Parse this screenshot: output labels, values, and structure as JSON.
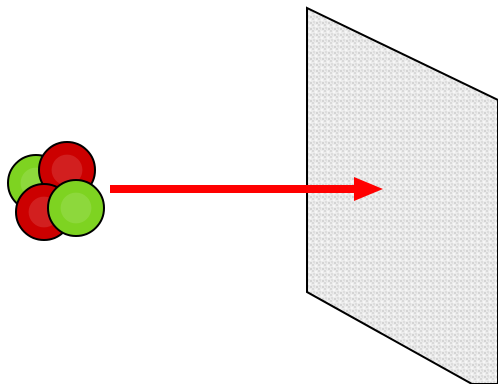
{
  "diagram": {
    "nucleus": {
      "particles": [
        {
          "kind": "neutron",
          "color": "#7ed321"
        },
        {
          "kind": "proton",
          "color": "#cc0000"
        },
        {
          "kind": "proton",
          "color": "#cc0000"
        },
        {
          "kind": "neutron",
          "color": "#7ed321"
        }
      ]
    },
    "arrow": {
      "color": "#ff0000"
    },
    "screen": {
      "fill": "#eeeeee",
      "outline": "#000000"
    }
  }
}
